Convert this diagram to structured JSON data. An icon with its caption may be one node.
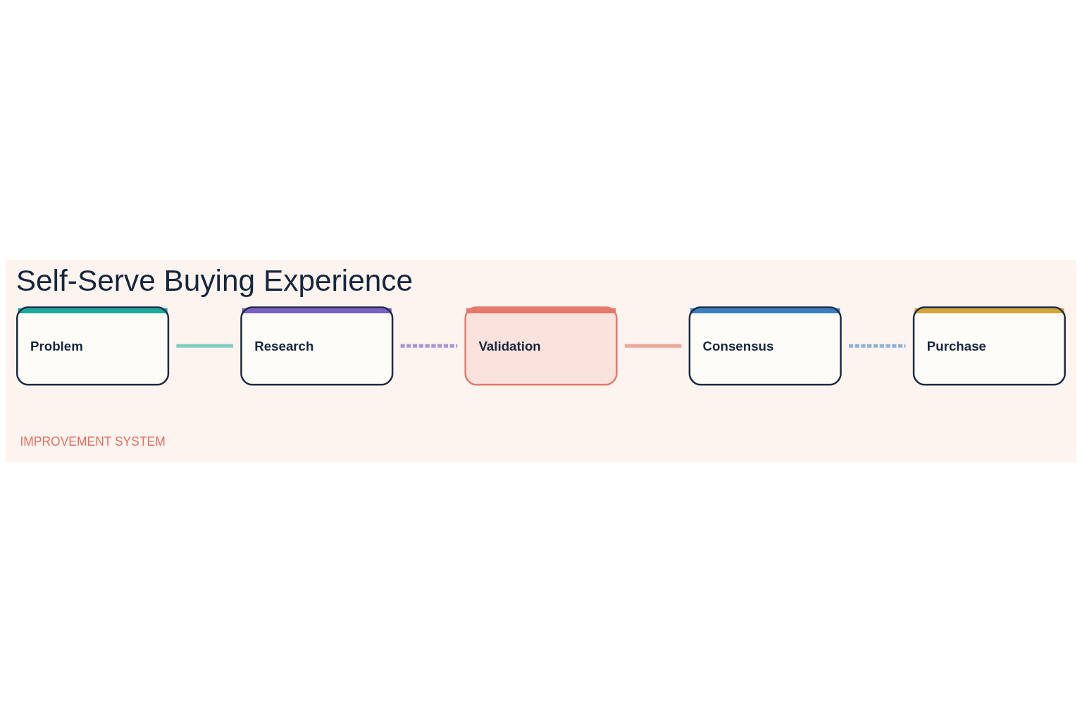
{
  "diagram": {
    "title": "Self-Serve Buying Experience",
    "nodes": [
      {
        "text": [
          "Problem"
        ]
      },
      {
        "text": [
          "Research"
        ]
      },
      {
        "text": [
          "Validation"
        ]
      },
      {
        "text": [
          "Consensus"
        ]
      },
      {
        "text": [
          "Purchase"
        ]
      }
    ],
    "edges": [
      {
        "from": 0,
        "to": 1,
        "arrow": "none",
        "color": "#7fcfc4"
      },
      {
        "from": 1,
        "to": 2,
        "arrow": "none",
        "style": "dashed",
        "color": "#a896d8"
      },
      {
        "from": 2,
        "to": 3,
        "arrow": "none",
        "color": "#eca89a"
      },
      {
        "from": 3,
        "to": 4,
        "arrow": "none",
        "style": "dashed",
        "color": "#8fb3dc"
      }
    ],
    "labels": [
      "IMPROVEMENT SYSTEM"
    ]
  }
}
